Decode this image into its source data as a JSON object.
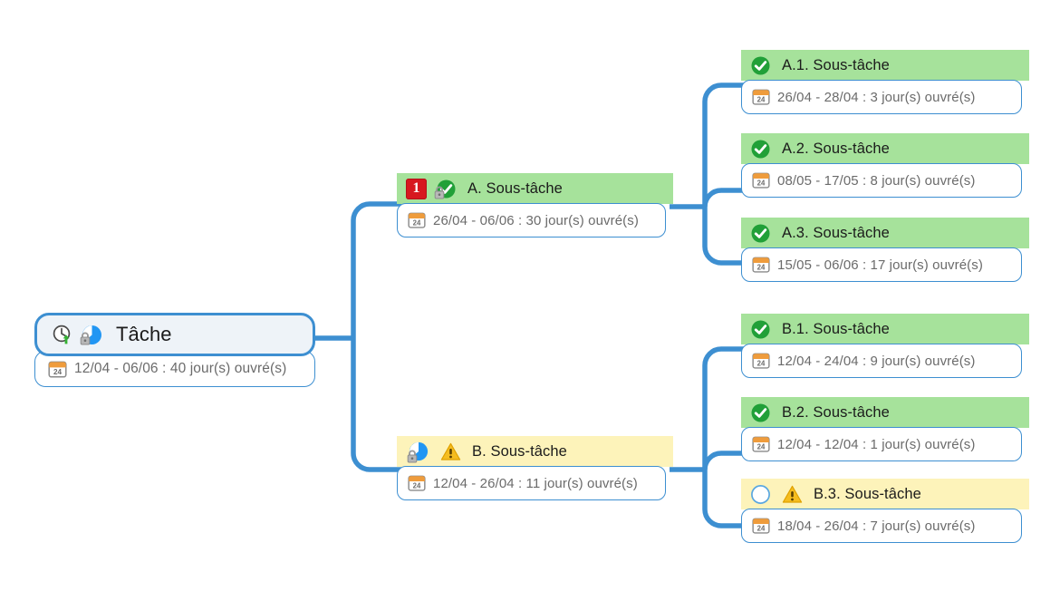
{
  "diagram": {
    "type": "mindmap-wbs",
    "language": "fr",
    "colors": {
      "connector": "#3d8fd1",
      "header_done": "#a6e29b",
      "header_warning": "#fdf3ba",
      "root_header_fill": "#eef3f8",
      "badge_red": "#d7181f",
      "check_green": "#21a038",
      "warning_amber": "#f5a623",
      "calendar_orange": "#ef9c3c",
      "date_text": "#6b6b6b"
    },
    "duration_unit_label": "jour(s) ouvré(s)"
  },
  "root": {
    "title": "Tâche",
    "date_text": "12/04 - 06/06 : 40 jour(s) ouvré(s)",
    "start": "12/04",
    "end": "06/06",
    "duration": 40,
    "status": "in-progress",
    "icons": [
      "clock-arrow-up-icon",
      "lock-icon",
      "pie-progress-icon",
      "calendar-icon"
    ]
  },
  "branches": [
    {
      "id": "A",
      "title": "A. Sous-tâche",
      "date_text": "26/04 - 06/06 : 30 jour(s) ouvré(s)",
      "start": "26/04",
      "end": "06/06",
      "duration": 30,
      "status": "done",
      "badge": "1",
      "icons": [
        "priority-badge-icon",
        "lock-icon",
        "check-circle-icon",
        "calendar-icon"
      ],
      "children": [
        {
          "id": "A1",
          "title": "A.1. Sous-tâche",
          "date_text": "26/04 - 28/04 : 3 jour(s) ouvré(s)",
          "start": "26/04",
          "end": "28/04",
          "duration": 3,
          "status": "done",
          "icons": [
            "check-circle-icon",
            "calendar-icon"
          ]
        },
        {
          "id": "A2",
          "title": "A.2. Sous-tâche",
          "date_text": "08/05 - 17/05 : 8 jour(s) ouvré(s)",
          "start": "08/05",
          "end": "17/05",
          "duration": 8,
          "status": "done",
          "icons": [
            "check-circle-icon",
            "calendar-icon"
          ]
        },
        {
          "id": "A3",
          "title": "A.3. Sous-tâche",
          "date_text": "15/05 - 06/06 : 17 jour(s) ouvré(s)",
          "start": "15/05",
          "end": "06/06",
          "duration": 17,
          "status": "done",
          "icons": [
            "check-circle-icon",
            "calendar-icon"
          ]
        }
      ]
    },
    {
      "id": "B",
      "title": "B. Sous-tâche",
      "date_text": "12/04 - 26/04 : 11 jour(s) ouvré(s)",
      "start": "12/04",
      "end": "26/04",
      "duration": 11,
      "status": "warning",
      "icons": [
        "pie-progress-icon",
        "lock-icon",
        "warning-triangle-icon",
        "calendar-icon"
      ],
      "children": [
        {
          "id": "B1",
          "title": "B.1. Sous-tâche",
          "date_text": "12/04 - 24/04 : 9 jour(s) ouvré(s)",
          "start": "12/04",
          "end": "24/04",
          "duration": 9,
          "status": "done",
          "icons": [
            "check-circle-icon",
            "calendar-icon"
          ]
        },
        {
          "id": "B2",
          "title": "B.2. Sous-tâche",
          "date_text": "12/04 - 12/04 : 1 jour(s) ouvré(s)",
          "start": "12/04",
          "end": "12/04",
          "duration": 1,
          "status": "done",
          "icons": [
            "check-circle-icon",
            "calendar-icon"
          ]
        },
        {
          "id": "B3",
          "title": "B.3. Sous-tâche",
          "date_text": "18/04 - 26/04 : 7 jour(s) ouvré(s)",
          "start": "18/04",
          "end": "26/04",
          "duration": 7,
          "status": "not-started",
          "icons": [
            "empty-circle-icon",
            "warning-triangle-icon",
            "calendar-icon"
          ]
        }
      ]
    }
  ],
  "calendar_icon_day": "24"
}
